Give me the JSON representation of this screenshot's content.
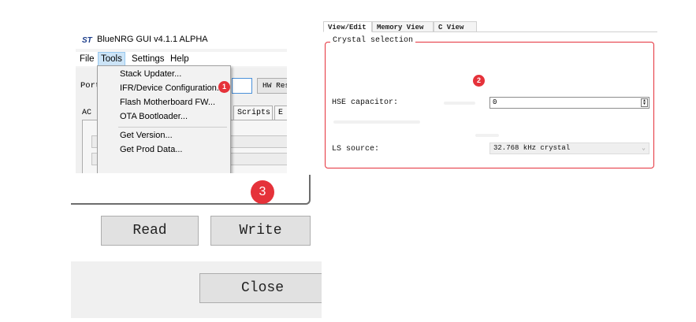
{
  "app": {
    "logo_text": "ST",
    "title": "BlueNRG GUI v4.1.1 ALPHA"
  },
  "menubar": {
    "file": "File",
    "tools": "Tools",
    "settings": "Settings",
    "help": "Help"
  },
  "tools_menu": {
    "items": [
      "Stack Updater...",
      "IFR/Device Configuration...",
      "Flash Motherboard FW...",
      "OTA Bootloader...",
      "Get Version...",
      "Get Prod Data..."
    ]
  },
  "background_ui": {
    "port_label": "Port",
    "hw_button": "HW Res",
    "ac_label": "AC",
    "scripts_tab": "Scripts",
    "extra_tab": "E"
  },
  "view_edit": {
    "tabs": [
      "View/Edit",
      "Memory View",
      "C View"
    ],
    "selected_tab": "View/Edit",
    "group_title": "Crystal selection",
    "hse_label": "HSE capacitor:",
    "hse_value": "0",
    "ls_label": "LS source:",
    "ls_value": "32.768 kHz crystal"
  },
  "markers": {
    "one": "1",
    "two": "2",
    "three": "3"
  },
  "buttons": {
    "read": "Read",
    "write": "Write",
    "close": "Close"
  },
  "colors": {
    "accent_red": "#e5323a",
    "menu_highlight": "#cce4f7",
    "focus_blue": "#4a90d9"
  }
}
